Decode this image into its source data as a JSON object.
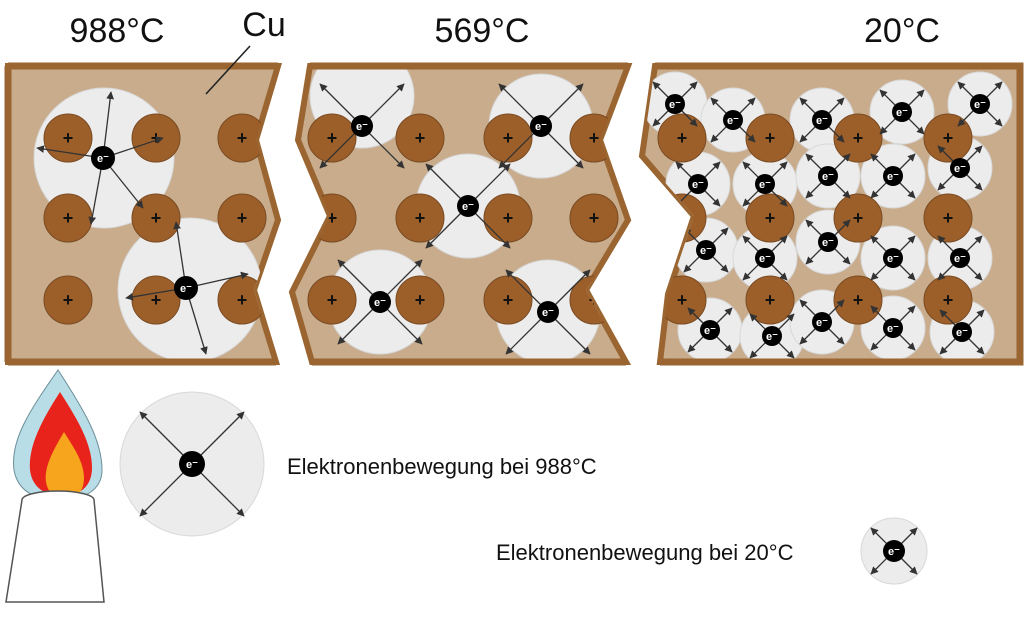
{
  "panels": [
    {
      "temperature": "988°C"
    },
    {
      "temperature": "569°C"
    },
    {
      "temperature": "20°C"
    }
  ],
  "material_label": "Cu",
  "ion_symbol": "+",
  "electron_symbol": "e⁻",
  "legend": {
    "hot": "Elektronenbewegung bei 988°C",
    "cold": "Elektronenbewegung bei 20°C"
  },
  "colors": {
    "metal_frame": "#9a6530",
    "metal_fill": "#c8ac8c",
    "ion": "#9c5f2a",
    "electron": "#000000",
    "motion_cloud": "#ececec",
    "flame_outer": "#b9dde6",
    "flame_mid": "#e8231c",
    "flame_inner": "#f7a51d"
  }
}
